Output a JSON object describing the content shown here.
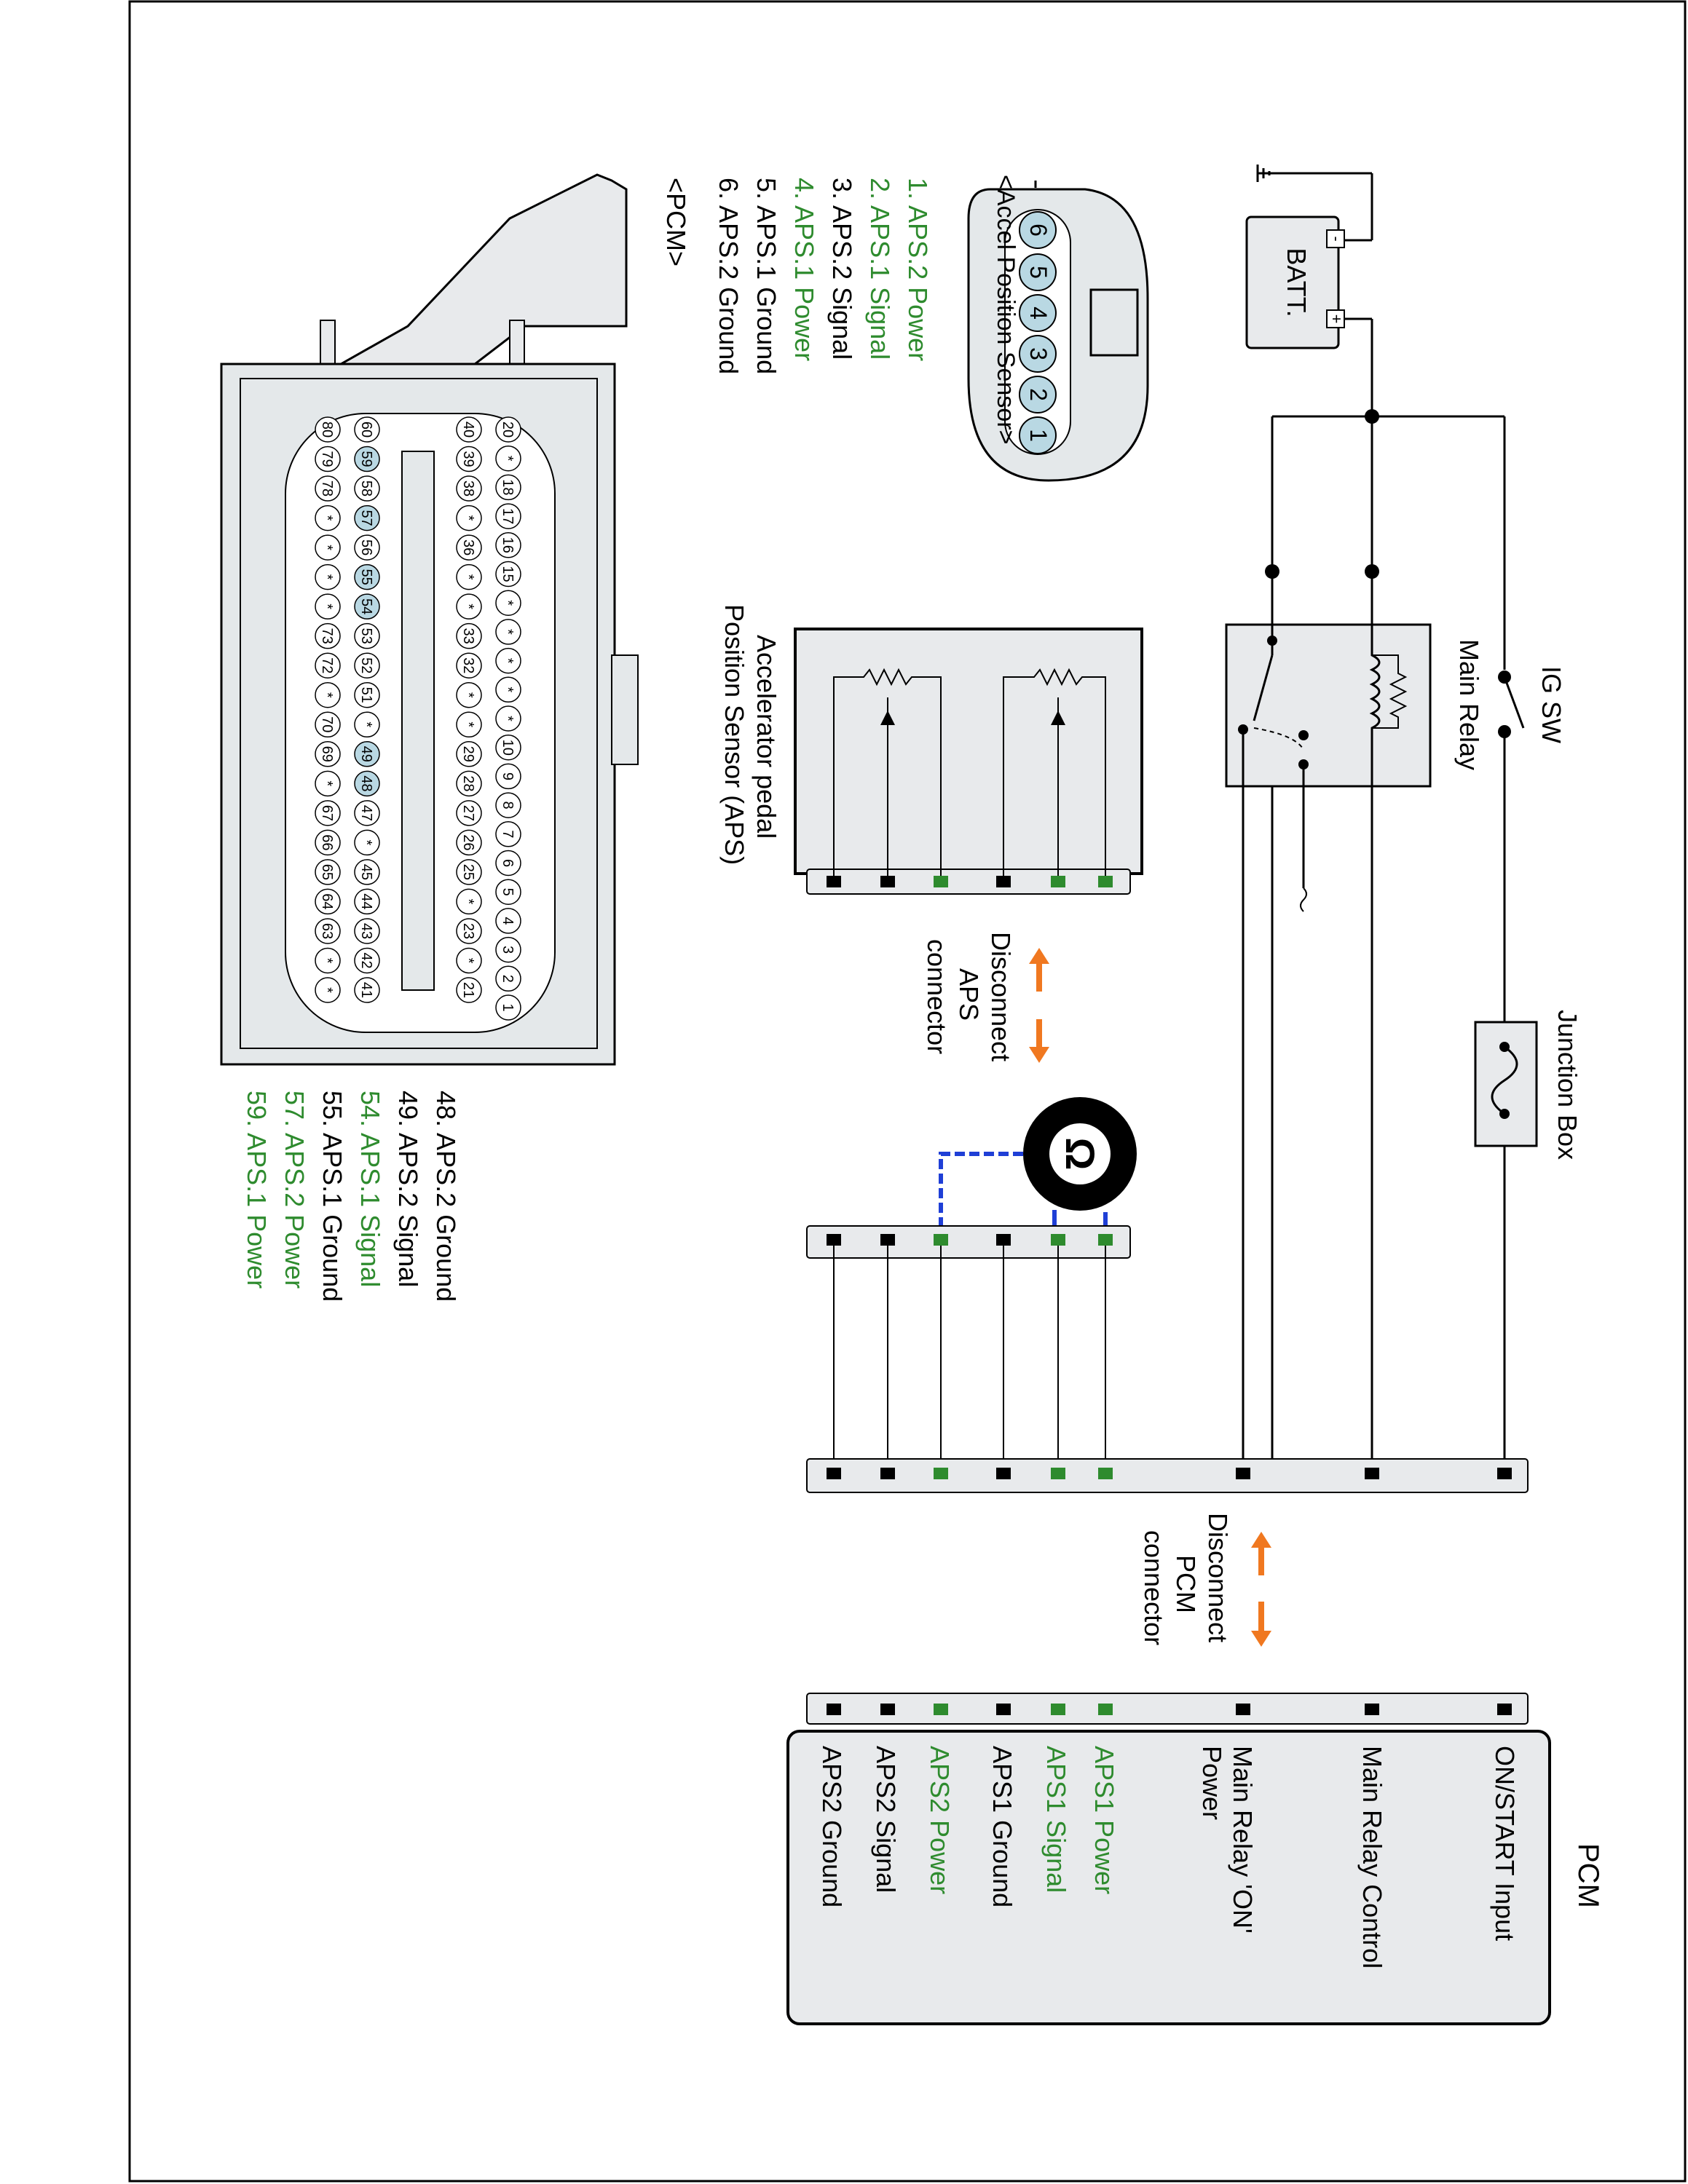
{
  "colors": {
    "wire": "#000000",
    "green_terminal": "#2e8b2e",
    "green_text": "#2e8b2e",
    "arrow_orange": "#f07820",
    "meter_probe_blue": "#1f3fd6",
    "pin_highlight": "#b9d8e3",
    "connector_fill": "#e4e8ea",
    "box_fill": "#e8eaec"
  },
  "power": {
    "battery_label": "BATT.",
    "ignition_switch_label": "IG SW",
    "main_relay_label": "Main Relay",
    "junction_box_label": "Junction Box"
  },
  "aps_sensor": {
    "connector_title": "<Accel Position Sensor>",
    "pin_numbers": [
      "6",
      "5",
      "4",
      "3",
      "2",
      "1"
    ],
    "pins": [
      {
        "text": "1. APS.2 Power",
        "highlight": true
      },
      {
        "text": "2. APS.1 Signal",
        "highlight": true
      },
      {
        "text": "3. APS.2 Signal",
        "highlight": false
      },
      {
        "text": "4. APS.1 Power",
        "highlight": true
      },
      {
        "text": "5. APS.1 Ground",
        "highlight": false
      },
      {
        "text": "6. APS.2 Ground",
        "highlight": false
      }
    ],
    "component_label_line1": "Accelerator pedal",
    "component_label_line2": "Position Sensor (APS)"
  },
  "pcm_connector": {
    "title": "<PCM>",
    "row_top": [
      "20",
      "*",
      "18",
      "17",
      "16",
      "15",
      "*",
      "*",
      "*",
      "*",
      "*",
      "10",
      "9",
      "8",
      "7",
      "6",
      "5",
      "4",
      "3",
      "2",
      "1"
    ],
    "row_upper_mid": [
      "40",
      "39",
      "38",
      "*",
      "36",
      "*",
      "*",
      "33",
      "32",
      "*",
      "*",
      "29",
      "28",
      "27",
      "26",
      "25",
      "*",
      "23",
      "*",
      "21"
    ],
    "row_lower_mid": [
      "60",
      "59",
      "58",
      "57",
      "56",
      "55",
      "54",
      "53",
      "52",
      "51",
      "*",
      "49",
      "48",
      "47",
      "*",
      "45",
      "44",
      "43",
      "42",
      "41"
    ],
    "row_bottom": [
      "80",
      "79",
      "78",
      "*",
      "*",
      "*",
      "*",
      "73",
      "72",
      "*",
      "70",
      "69",
      "*",
      "67",
      "66",
      "65",
      "64",
      "63",
      "*",
      "*"
    ],
    "highlighted_pins": [
      "59",
      "57",
      "55",
      "54",
      "49",
      "48"
    ],
    "pins": [
      {
        "text": "48. APS.2 Ground",
        "highlight": false
      },
      {
        "text": "49. APS.2 Signal",
        "highlight": false
      },
      {
        "text": "54. APS.1 Signal",
        "highlight": true
      },
      {
        "text": "55. APS.1 Ground",
        "highlight": false
      },
      {
        "text": "57. APS.2 Power",
        "highlight": true
      },
      {
        "text": "59. APS.1 Power",
        "highlight": true
      }
    ]
  },
  "disconnect": {
    "aps": [
      "Disconnect",
      "APS",
      "connector"
    ],
    "pcm": [
      "Disconnect",
      "PCM",
      "connector"
    ]
  },
  "pcm": {
    "title": "PCM",
    "terminals": [
      {
        "label": "ON/START Input",
        "green": false
      },
      {
        "label": "Main Relay Control",
        "green": false
      },
      {
        "label": "Main Relay 'ON'",
        "label2": "Power",
        "green": false
      },
      {
        "label": "APS1 Power",
        "green": true
      },
      {
        "label": "APS1 Signal",
        "green": true
      },
      {
        "label": "APS1 Ground",
        "green": false
      },
      {
        "label": "APS2 Power",
        "green": true
      },
      {
        "label": "APS2 Signal",
        "green": false
      },
      {
        "label": "APS2 Ground",
        "green": false
      }
    ]
  },
  "meter": {
    "symbol": "Ω"
  }
}
